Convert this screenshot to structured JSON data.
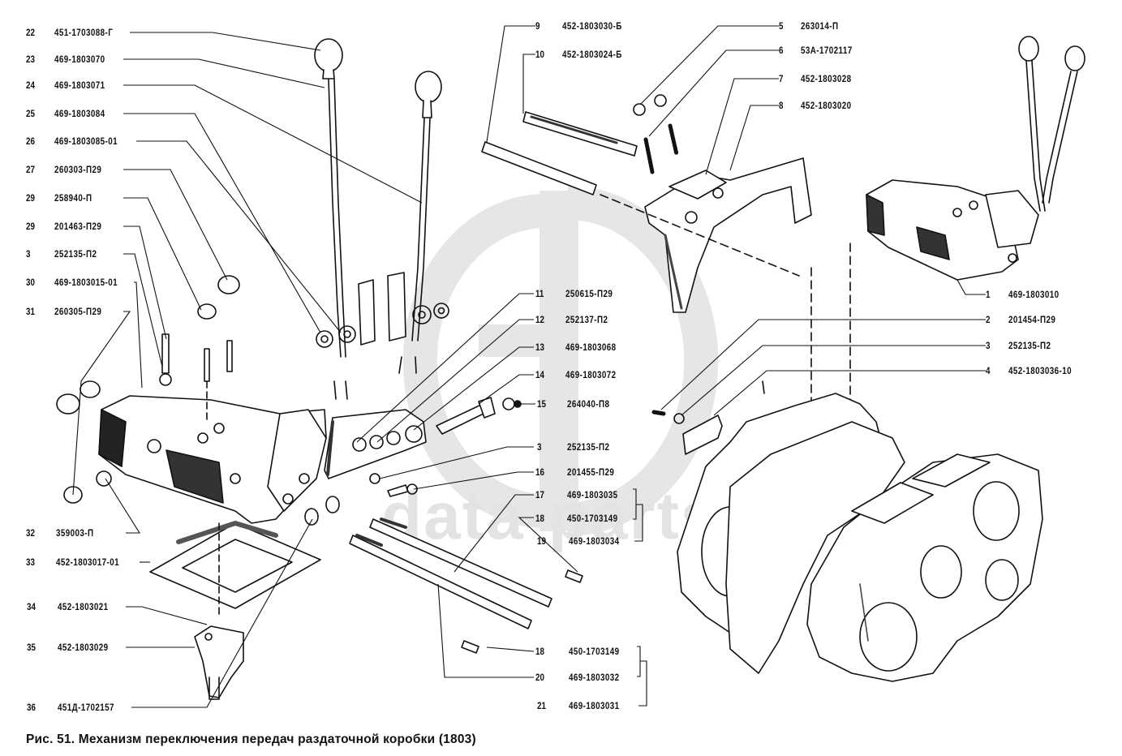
{
  "figure": {
    "caption": "Рис. 51. Механизм переключения передач раздаточной коробки (1803)",
    "watermark_text": "data-parts",
    "watermark_logo": "gb-logo"
  },
  "callouts_left": [
    {
      "num": "22",
      "part": "451-1703088-Г"
    },
    {
      "num": "23",
      "part": "469-1803070"
    },
    {
      "num": "24",
      "part": "469-1803071"
    },
    {
      "num": "25",
      "part": "469-1803084"
    },
    {
      "num": "26",
      "part": "469-1803085-01"
    },
    {
      "num": "27",
      "part": "260303-П29"
    },
    {
      "num": "29",
      "part": "258940-П"
    },
    {
      "num": "29",
      "part": "201463-П29"
    },
    {
      "num": "3",
      "part": "252135-П2"
    },
    {
      "num": "30",
      "part": "469-1803015-01"
    },
    {
      "num": "31",
      "part": "260305-П29"
    },
    {
      "num": "32",
      "part": "359003-П"
    },
    {
      "num": "33",
      "part": "452-1803017-01"
    },
    {
      "num": "34",
      "part": "452-1803021"
    },
    {
      "num": "35",
      "part": "452-1803029"
    },
    {
      "num": "36",
      "part": "451Д-1702157"
    }
  ],
  "callouts_top_center": [
    {
      "num": "9",
      "part": "452-1803030-Б"
    },
    {
      "num": "10",
      "part": "452-1803024-Б"
    }
  ],
  "callouts_top_right": [
    {
      "num": "5",
      "part": "263014-П"
    },
    {
      "num": "6",
      "part": "53А-1702117"
    },
    {
      "num": "7",
      "part": "452-1803028"
    },
    {
      "num": "8",
      "part": "452-1803020"
    }
  ],
  "callouts_right": [
    {
      "num": "1",
      "part": "469-1803010"
    },
    {
      "num": "2",
      "part": "201454-П29"
    },
    {
      "num": "3",
      "part": "252135-П2"
    },
    {
      "num": "4",
      "part": "452-1803036-10"
    }
  ],
  "callouts_center": [
    {
      "num": "11",
      "part": "250615-П29"
    },
    {
      "num": "12",
      "part": "252137-П2"
    },
    {
      "num": "13",
      "part": "469-1803068"
    },
    {
      "num": "14",
      "part": "469-1803072"
    },
    {
      "num": "15",
      "part": "264040-П8"
    },
    {
      "num": "3",
      "part": "252135-П2"
    },
    {
      "num": "16",
      "part": "201455-П29"
    },
    {
      "num": "17",
      "part": "469-1803035"
    },
    {
      "num": "18",
      "part": "450-1703149"
    },
    {
      "num": "19",
      "part": "469-1803034"
    },
    {
      "num": "18",
      "part": "450-1703149"
    },
    {
      "num": "20",
      "part": "469-1803032"
    },
    {
      "num": "21",
      "part": "469-1803031"
    }
  ]
}
